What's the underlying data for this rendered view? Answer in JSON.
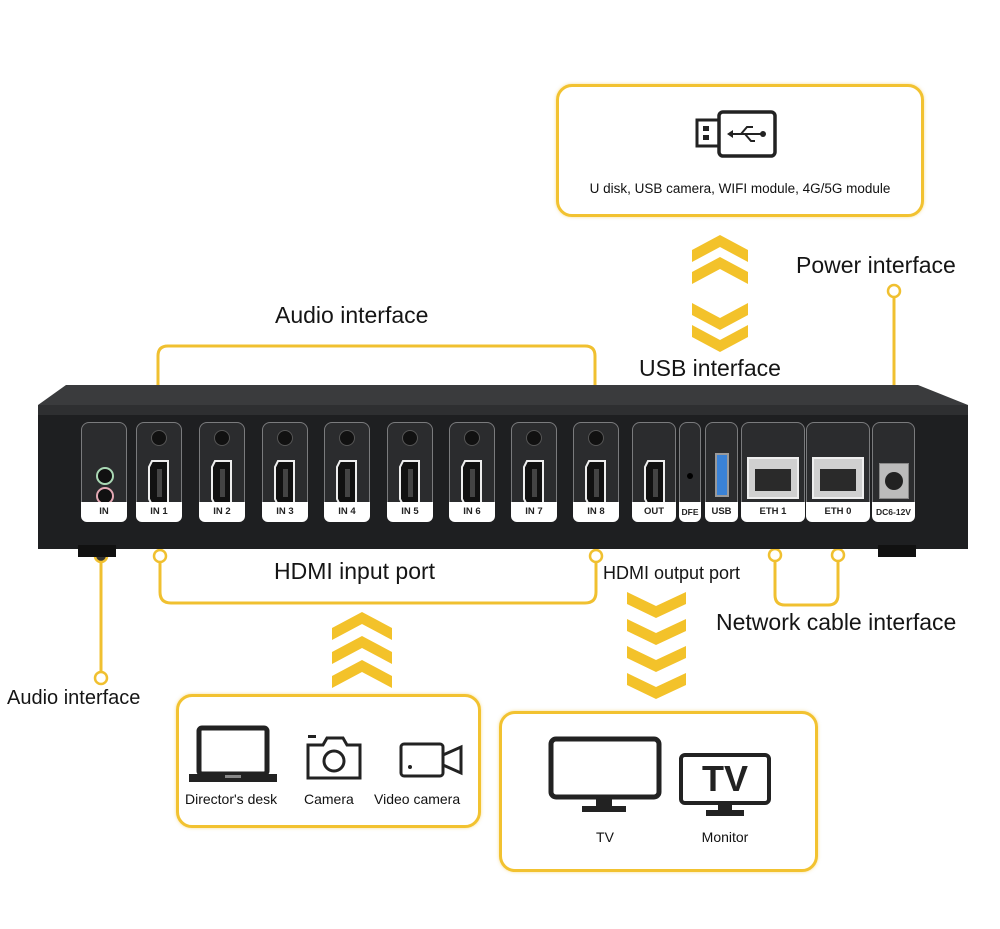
{
  "colors": {
    "accent": "#f2c230",
    "device": "#2b2c2e",
    "usb_port": "#3a82d6"
  },
  "usb_box": {
    "icon": "usb-stick-icon",
    "caption": "U disk, USB camera, WIFI module, 4G/5G module"
  },
  "labels": {
    "power_interface": "Power interface",
    "audio_interface_top": "Audio interface",
    "usb_interface": "USB interface",
    "hdmi_input_port": "HDMI input port",
    "hdmi_output_port": "HDMI output port",
    "network_cable_interface": "Network cable interface",
    "audio_interface_bottom": "Audio interface"
  },
  "device_ports": [
    {
      "label": "IN",
      "type": "audio"
    },
    {
      "label": "IN 1",
      "type": "hdmi-in"
    },
    {
      "label": "IN 2",
      "type": "hdmi-in"
    },
    {
      "label": "IN 3",
      "type": "hdmi-in"
    },
    {
      "label": "IN 4",
      "type": "hdmi-in"
    },
    {
      "label": "IN 5",
      "type": "hdmi-in"
    },
    {
      "label": "IN 6",
      "type": "hdmi-in"
    },
    {
      "label": "IN 7",
      "type": "hdmi-in"
    },
    {
      "label": "IN 8",
      "type": "hdmi-in"
    },
    {
      "label": "OUT",
      "type": "hdmi-out"
    },
    {
      "label": "DFE",
      "type": "button"
    },
    {
      "label": "USB",
      "type": "usb"
    },
    {
      "label": "ETH 1",
      "type": "ethernet"
    },
    {
      "label": "ETH 0",
      "type": "ethernet"
    },
    {
      "label": "DC6-12V",
      "type": "power"
    }
  ],
  "input_sources": [
    {
      "label": "Director's desk",
      "icon": "laptop-icon"
    },
    {
      "label": "Camera",
      "icon": "camera-icon"
    },
    {
      "label": "Video camera",
      "icon": "video-camera-icon"
    }
  ],
  "output_targets": [
    {
      "label": "TV",
      "icon": "tv-icon"
    },
    {
      "label": "Monitor",
      "icon": "monitor-icon"
    }
  ],
  "monitor_screen_text": "TV"
}
